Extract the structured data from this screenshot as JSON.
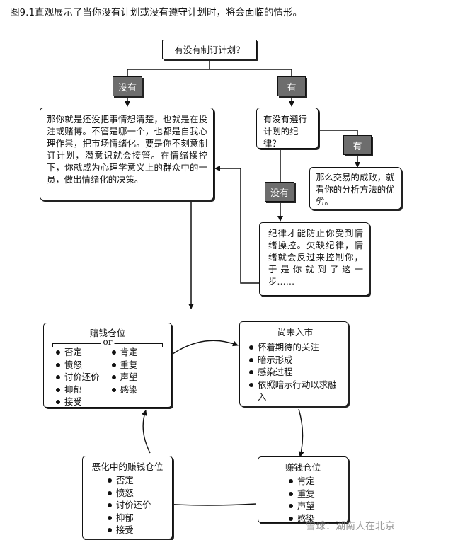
{
  "caption": "图9.1直观展示了当你没有计划或没有遵守计划时，将会面临的情形。",
  "question_plan": "有没有制订计划？",
  "tag_no_plan": "没有",
  "tag_has_plan": "有",
  "no_plan_text": "那你就是还没把事情想清楚，也就是在投注或赌博。不管是哪一个，也都是自我心理作祟，把市场情绪化。要是你不刻意制订计划，潜意识就会接管。在情绪操控下，你就成为心理学意义上的群众中的一员，做出情绪化的决策。",
  "question_discipline": "有没有遵行计划的纪律？",
  "tag_has_discipline": "有",
  "has_discipline_text": "那么交易的成败，就看你的分析方法的优劣。",
  "tag_no_discipline": "没有",
  "no_discipline_text": "纪律才能防止你受到情绪操控。欠缺纪律，情绪就会反过来控制你，于是你就到了这一步……",
  "losing": {
    "title": "赔钱仓位",
    "or": "or",
    "left": [
      "否定",
      "愤怒",
      "讨价还价",
      "抑郁",
      "接受"
    ],
    "right": [
      "肯定",
      "重复",
      "声望",
      "感染"
    ]
  },
  "not_entered": {
    "title": "尚未入市",
    "items": [
      "怀着期待的关注",
      "暗示形成",
      "感染过程",
      "依照暗示行动以求融入"
    ]
  },
  "deteriorating": {
    "title": "恶化中的赚钱仓位",
    "items": [
      "否定",
      "愤怒",
      "讨价还价",
      "抑郁",
      "接受"
    ]
  },
  "winning": {
    "title": "赚钱仓位",
    "items": [
      "肯定",
      "重复",
      "声望",
      "感染"
    ]
  },
  "watermark": "雪球：湖南人在北京"
}
